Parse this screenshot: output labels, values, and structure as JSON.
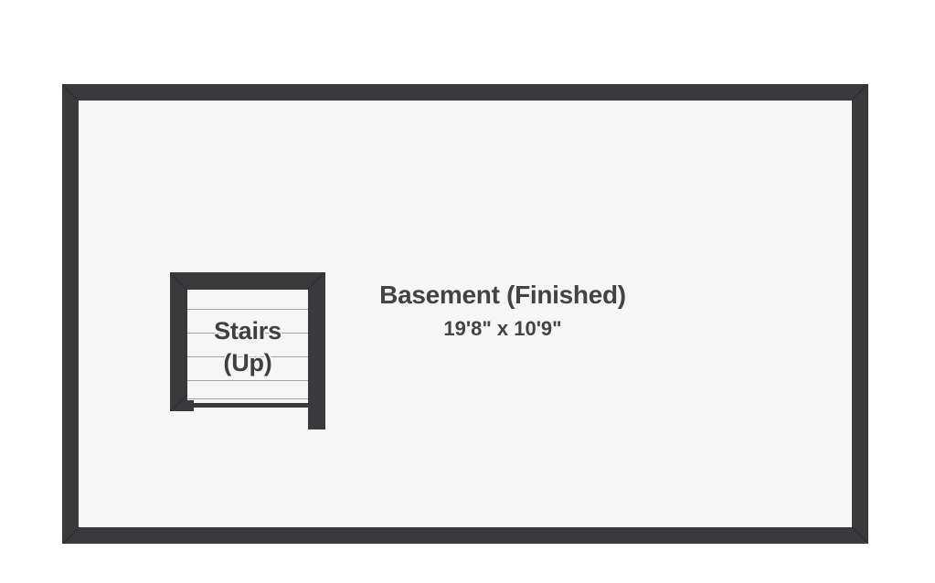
{
  "plan": {
    "background_color": "#ffffff",
    "interior_color": "#f6f6f7",
    "wall_color": "#3a3a3c",
    "tread_color": "#a6a6a8",
    "text_color": "#434345"
  },
  "room": {
    "name": "Basement (Finished)",
    "dimensions": "19'8\" x 10'9\""
  },
  "stairs": {
    "label_line1": "Stairs",
    "label_line2": "(Up)",
    "tread_count": 5,
    "tread_offsets": [
      21,
      47,
      73,
      99,
      119
    ]
  }
}
